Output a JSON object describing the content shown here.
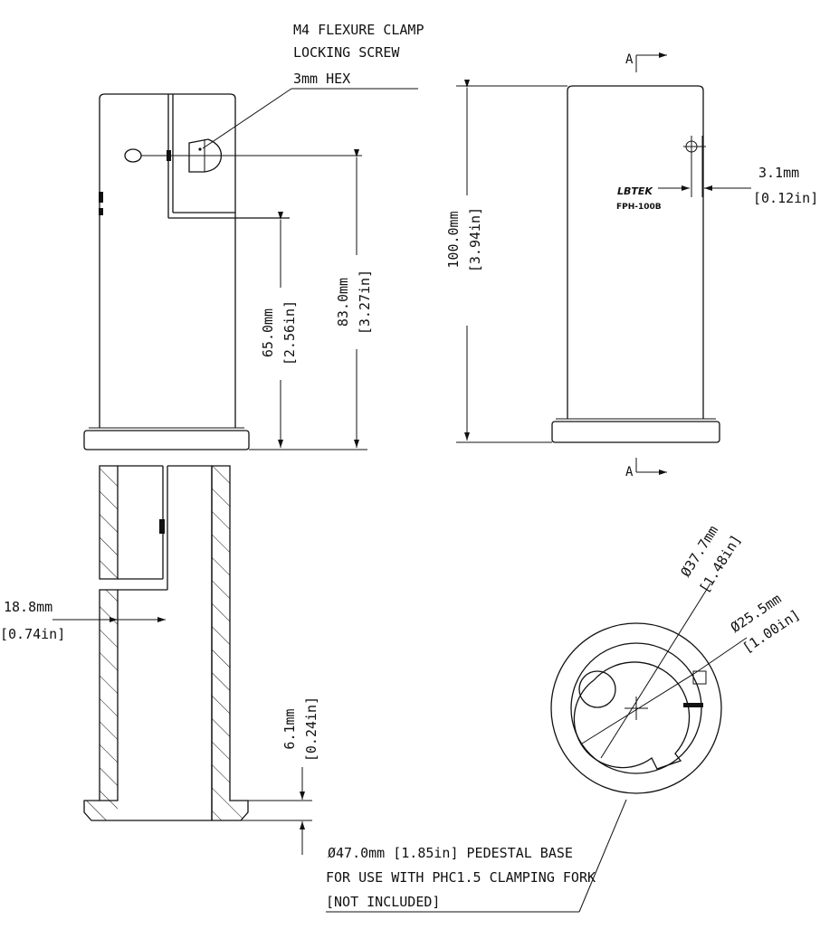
{
  "callouts": {
    "screw_line1": "M4 FLEXURE CLAMP",
    "screw_line2": "LOCKING SCREW",
    "screw_line3": "3mm HEX",
    "base_line1": "Ø47.0mm [1.85in] PEDESTAL BASE",
    "base_line2": "FOR USE WITH PHC1.5 CLAMPING FORK",
    "base_line3": "[NOT INCLUDED]"
  },
  "section_marks": {
    "top": "A",
    "bottom": "A"
  },
  "logo": {
    "brand": "LBTEK",
    "model": "FPH-100B"
  },
  "dimensions": {
    "d65_mm": "65.0mm",
    "d65_in": "[2.56in]",
    "d83_mm": "83.0mm",
    "d83_in": "[3.27in]",
    "d100_mm": "100.0mm",
    "d100_in": "[3.94in]",
    "d3_1_mm": "3.1mm",
    "d3_1_in": "[0.12in]",
    "d18_8_mm": "18.8mm",
    "d18_8_in": "[0.74in]",
    "d6_1_mm": "6.1mm",
    "d6_1_in": "[0.24in]",
    "d37_7_mm": "Ø37.7mm",
    "d37_7_in": "[1.48in]",
    "d25_5_mm": "Ø25.5mm",
    "d25_5_in": "[1.00in]"
  }
}
